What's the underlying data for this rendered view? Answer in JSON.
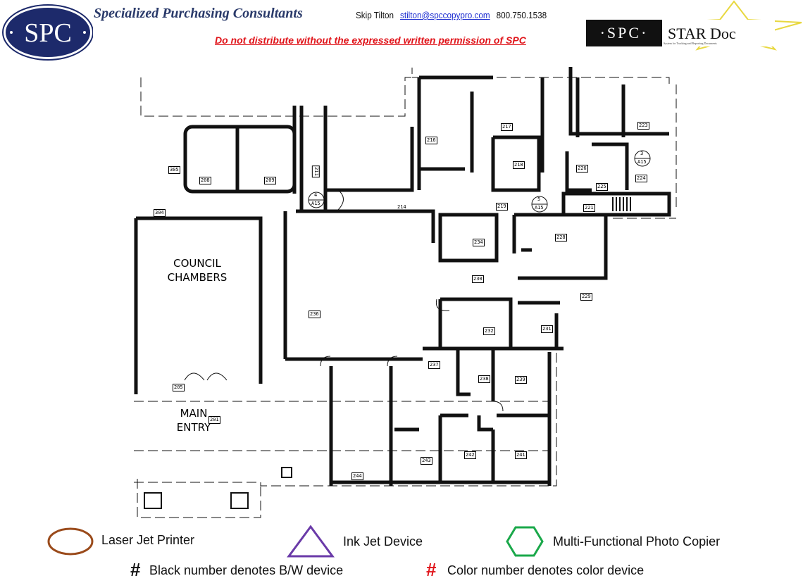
{
  "header": {
    "logo_text": "SPC",
    "company": "Specialized Purchasing Consultants",
    "contact_name": "Skip Tilton",
    "contact_email": "stilton@spccopypro.com",
    "contact_phone": "800.750.1538",
    "warning": "Do not distribute without the expressed written permission of SPC",
    "stardoc_logo": {
      "brand": "SPC",
      "product": "STAR Doc",
      "tagline": "System for Tracking and Reporting Documents"
    }
  },
  "plan": {
    "areas": {
      "council": "COUNCIL CHAMBERS",
      "entry": "MAIN ENTRY"
    },
    "rooms": [
      "305",
      "208",
      "209",
      "211",
      "216",
      "217",
      "218",
      "223",
      "226",
      "225",
      "224",
      "221",
      "214",
      "219",
      "234",
      "228",
      "230",
      "236",
      "232",
      "231",
      "229",
      "237",
      "238",
      "239",
      "243",
      "242",
      "241",
      "244",
      "205",
      "201",
      "304"
    ],
    "callouts": [
      {
        "num": "4",
        "sheet": "A15"
      },
      {
        "num": "5",
        "sheet": "A15"
      },
      {
        "num": "3",
        "sheet": "A15"
      }
    ]
  },
  "legend": {
    "laser": "Laser Jet Printer",
    "inkjet": "Ink Jet Device",
    "mfp": "Multi-Functional Photo Copier",
    "hash": "#",
    "bw_note": "Black number denotes B/W device",
    "color_note": "Color number denotes color device",
    "colors": {
      "laser": "#9a4a1a",
      "inkjet": "#6a3aa8",
      "mfp": "#1aa84a",
      "color_hash": "#e0141a"
    }
  }
}
